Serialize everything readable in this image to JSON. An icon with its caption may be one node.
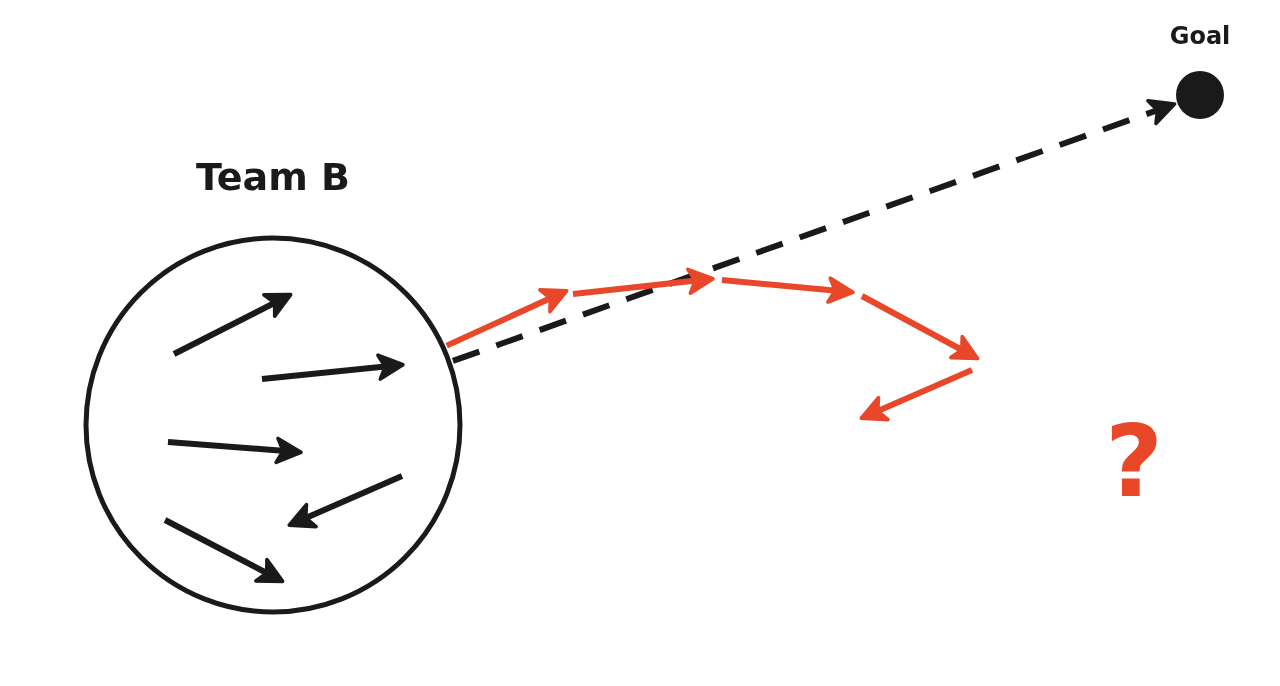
{
  "diagram": {
    "nodes": [
      {
        "text": [
          "Team B"
        ]
      },
      {
        "text": [
          "Goal"
        ]
      }
    ],
    "edges": [
      {
        "from": 0,
        "to": 1,
        "arrow": "to",
        "style": "dashed"
      },
      {
        "from": 0,
        "to": null,
        "arrow": "to",
        "color": "#e8472a"
      }
    ],
    "labels": [
      "?"
    ]
  }
}
